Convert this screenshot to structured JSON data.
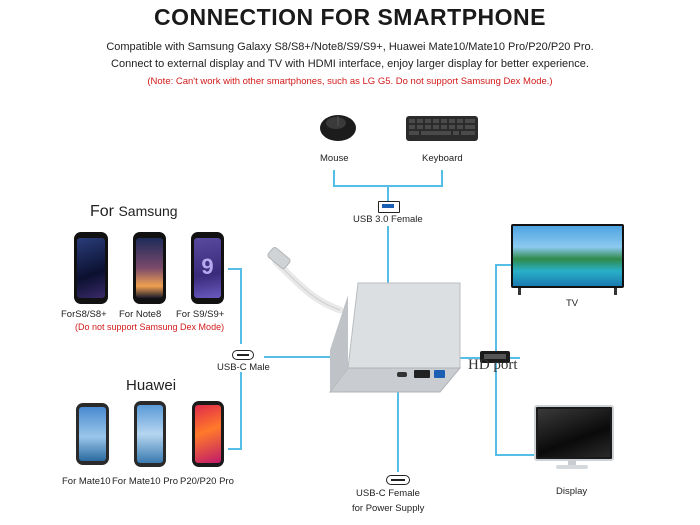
{
  "header": {
    "title": "CONNECTION FOR SMARTPHONE",
    "line1": "Compatible with Samsung Galaxy S8/S8+/Note8/S9/S9+, Huawei Mate10/Mate10 Pro/P20/P20 Pro.",
    "line2": "Connect to external display and TV with HDMI interface, enjoy larger display for better experience.",
    "note": "(Note: Can't work with other smartphones, such as LG G5. Do not support Samsung Dex Mode.)"
  },
  "peripherals": {
    "mouse": "Mouse",
    "keyboard": "Keyboard",
    "usb3": "USB 3.0 Female"
  },
  "samsung": {
    "heading_prefix": "For",
    "heading_brand": "Samsung",
    "phones": [
      {
        "for": "For",
        "model": "S8/S8+"
      },
      {
        "for": "For",
        "model": "Note8"
      },
      {
        "for": "For",
        "model": "S9/S9+"
      }
    ],
    "dex_note": "(Do not support Samsung Dex Mode)",
    "screen_digit": "9"
  },
  "huawei": {
    "heading": "Huawei",
    "phones": [
      {
        "for": "For",
        "model": "Mate10"
      },
      {
        "for": "For",
        "model": "Mate10 Pro"
      },
      {
        "for": "",
        "model": "P20/P20 Pro"
      }
    ]
  },
  "ports": {
    "usbc_male": "USB-C Male",
    "hd_port": "HD port",
    "usbc_female_1": "USB-C Female",
    "usbc_female_2": "for Power Supply"
  },
  "outputs": {
    "tv": "TV",
    "display": "Display"
  },
  "colors": {
    "connector_line": "#56bde6",
    "note_red": "#d21a1a",
    "hub_silver": "#d9dcdf"
  }
}
